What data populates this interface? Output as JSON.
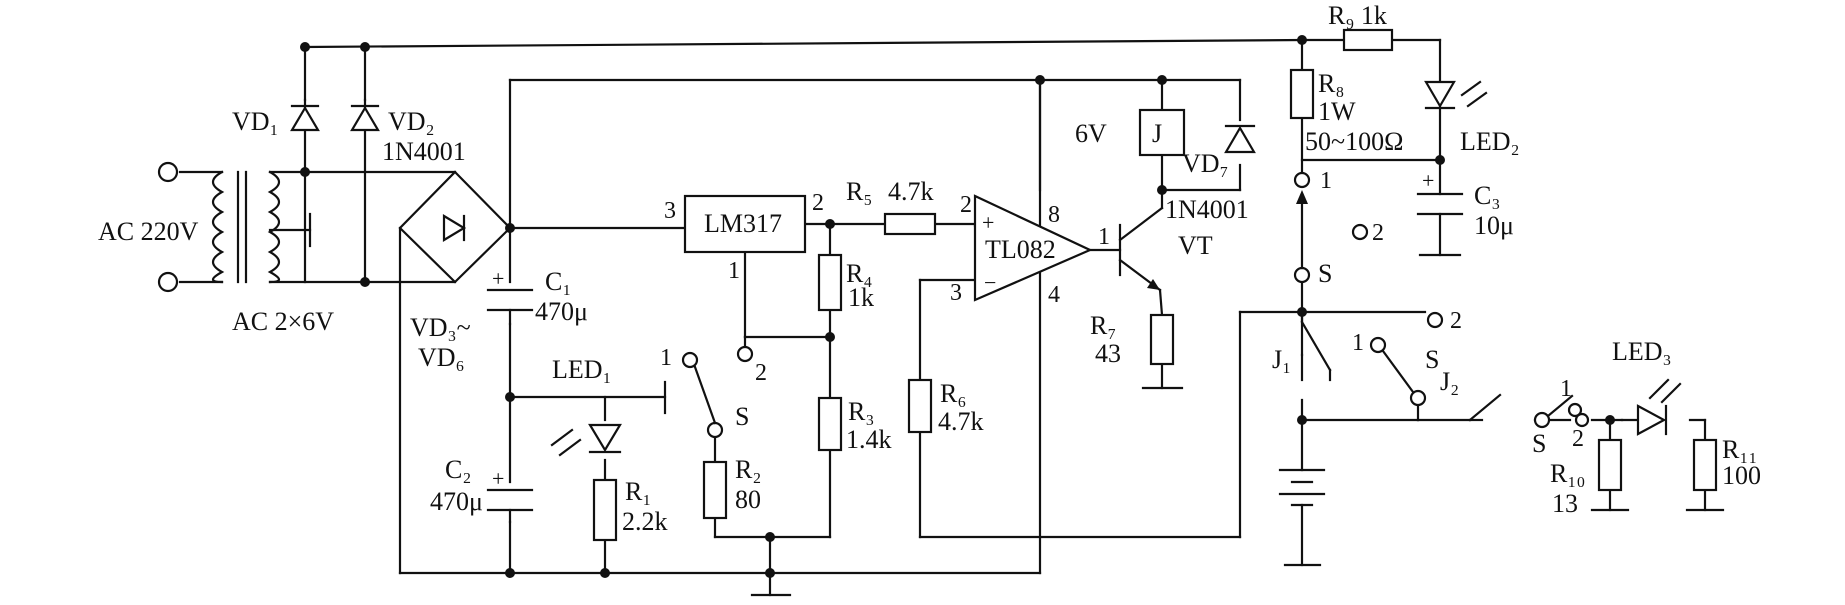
{
  "labels": {
    "ac_in": "AC 220V",
    "transformer": "AC 2×6V",
    "vd1": "VD₁",
    "vd2": "VD₂",
    "vd2_part": "1N4001",
    "bridge_a": "VD₃~",
    "bridge_b": "VD₆",
    "c1_name": "C₁",
    "c1_val": "470μ",
    "c2_name": "C₂",
    "c2_val": "470μ",
    "led1": "LED₁",
    "r1_name": "R₁",
    "r1_val": "2.2k",
    "lm317": "LM317",
    "lm_pin_in": "3",
    "lm_pin_out": "2",
    "lm_pin_adj": "1",
    "r2_name": "R₂",
    "r2_val": "80",
    "s1_pos1": "1",
    "s1_pos2": "2",
    "s1_name": "S",
    "r3_name": "R₃",
    "r3_val": "1.4k",
    "r4_name": "R₄",
    "r4_val": "1k",
    "r5_name": "R₅",
    "r5_val": "4.7k",
    "r6_name": "R₆",
    "r6_val": "4.7k",
    "opamp": "TL082",
    "op_pin_plus": "2",
    "op_pin_minus": "3",
    "op_pin_vcc": "8",
    "op_pin_gnd": "4",
    "op_pin_out": "1",
    "relay_v": "6V",
    "relay": "J",
    "vd7": "VD₇",
    "vd7_part": "1N4001",
    "vt": "VT",
    "r7_name": "R₇",
    "r7_val": "43",
    "r8_name": "R₈",
    "r8_power": "1W",
    "r8_val": "50~100Ω",
    "r9": "R₉  1k",
    "led2": "LED₂",
    "c3_name": "C₃",
    "c3_val": "10μ",
    "s2_pos1": "1",
    "s2_pos2": "2",
    "s2_name": "S",
    "s2_pos2b": "2",
    "j1": "J₁",
    "s3_pos1": "1",
    "s3_name": "S",
    "j2": "J₂",
    "s4_pos1": "1",
    "s4_pos2": "2",
    "s4_name": "S",
    "led3": "LED₃",
    "r10_name": "R₁₀",
    "r10_val": "13",
    "r11_name": "R₁₁",
    "r11_val": "100"
  }
}
